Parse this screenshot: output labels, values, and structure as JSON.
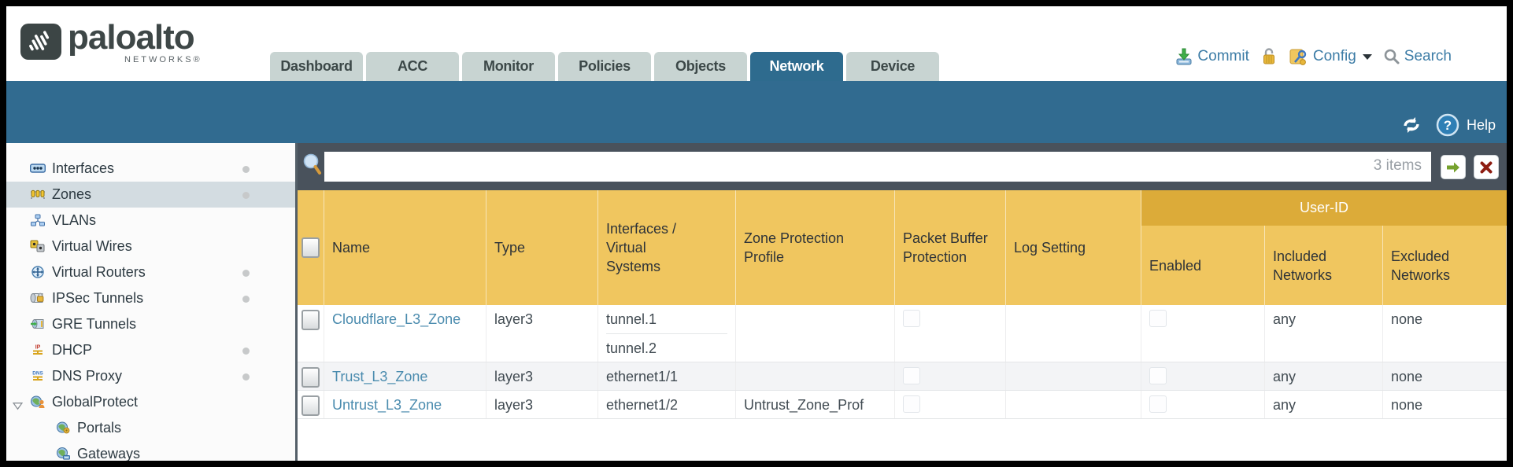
{
  "logo": {
    "brand": "paloalto",
    "sub": "NETWORKS®"
  },
  "header": {
    "tabs": [
      {
        "label": "Dashboard",
        "active": false
      },
      {
        "label": "ACC",
        "active": false
      },
      {
        "label": "Monitor",
        "active": false
      },
      {
        "label": "Policies",
        "active": false
      },
      {
        "label": "Objects",
        "active": false
      },
      {
        "label": "Network",
        "active": true
      },
      {
        "label": "Device",
        "active": false
      }
    ],
    "utilities": {
      "commit_label": "Commit",
      "config_label": "Config",
      "search_label": "Search"
    }
  },
  "toolbar": {
    "help_label": "Help"
  },
  "sidebar": {
    "items": [
      {
        "label": "Interfaces",
        "icon": "interfaces-icon",
        "dot": true,
        "selected": false,
        "child": false,
        "expanded": false
      },
      {
        "label": "Zones",
        "icon": "zones-icon",
        "dot": true,
        "selected": true,
        "child": false,
        "expanded": false
      },
      {
        "label": "VLANs",
        "icon": "vlans-icon",
        "dot": false,
        "selected": false,
        "child": false,
        "expanded": false
      },
      {
        "label": "Virtual Wires",
        "icon": "virtual-wires-icon",
        "dot": false,
        "selected": false,
        "child": false,
        "expanded": false
      },
      {
        "label": "Virtual Routers",
        "icon": "virtual-routers-icon",
        "dot": true,
        "selected": false,
        "child": false,
        "expanded": false
      },
      {
        "label": "IPSec Tunnels",
        "icon": "ipsec-tunnels-icon",
        "dot": true,
        "selected": false,
        "child": false,
        "expanded": false
      },
      {
        "label": "GRE Tunnels",
        "icon": "gre-tunnels-icon",
        "dot": false,
        "selected": false,
        "child": false,
        "expanded": false
      },
      {
        "label": "DHCP",
        "icon": "dhcp-icon",
        "dot": true,
        "selected": false,
        "child": false,
        "expanded": false
      },
      {
        "label": "DNS Proxy",
        "icon": "dns-proxy-icon",
        "dot": true,
        "selected": false,
        "child": false,
        "expanded": false
      },
      {
        "label": "GlobalProtect",
        "icon": "globalprotect-icon",
        "dot": false,
        "selected": false,
        "child": false,
        "expanded": true
      },
      {
        "label": "Portals",
        "icon": "portals-icon",
        "dot": false,
        "selected": false,
        "child": true,
        "expanded": false
      },
      {
        "label": "Gateways",
        "icon": "gateways-icon",
        "dot": false,
        "selected": false,
        "child": true,
        "expanded": false
      }
    ]
  },
  "filter": {
    "value": "",
    "count_label": "3 items"
  },
  "table": {
    "group_header": "User-ID",
    "columns": [
      "Name",
      "Type",
      "Interfaces / Virtual Systems",
      "Zone Protection Profile",
      "Packet Buffer Protection",
      "Log Setting",
      "Enabled",
      "Included Networks",
      "Excluded Networks"
    ],
    "rows": [
      {
        "name": "Cloudflare_L3_Zone",
        "type": "layer3",
        "interfaces": [
          "tunnel.1",
          "tunnel.2"
        ],
        "zone_protection_profile": "",
        "log_setting": "",
        "included_networks": "any",
        "excluded_networks": "none"
      },
      {
        "name": "Trust_L3_Zone",
        "type": "layer3",
        "interfaces": [
          "ethernet1/1"
        ],
        "zone_protection_profile": "",
        "log_setting": "",
        "included_networks": "any",
        "excluded_networks": "none"
      },
      {
        "name": "Untrust_L3_Zone",
        "type": "layer3",
        "interfaces": [
          "ethernet1/2"
        ],
        "zone_protection_profile": "Untrust_Zone_Prof",
        "log_setting": "",
        "included_networks": "any",
        "excluded_networks": "none"
      }
    ]
  },
  "colors": {
    "teal": "#316b90",
    "dark_strip": "#49525c",
    "header_orange": "#f0c65f",
    "group_orange": "#dcab39",
    "link_blue": "#4a8bae",
    "tab_inactive": "#c8d4d2"
  }
}
